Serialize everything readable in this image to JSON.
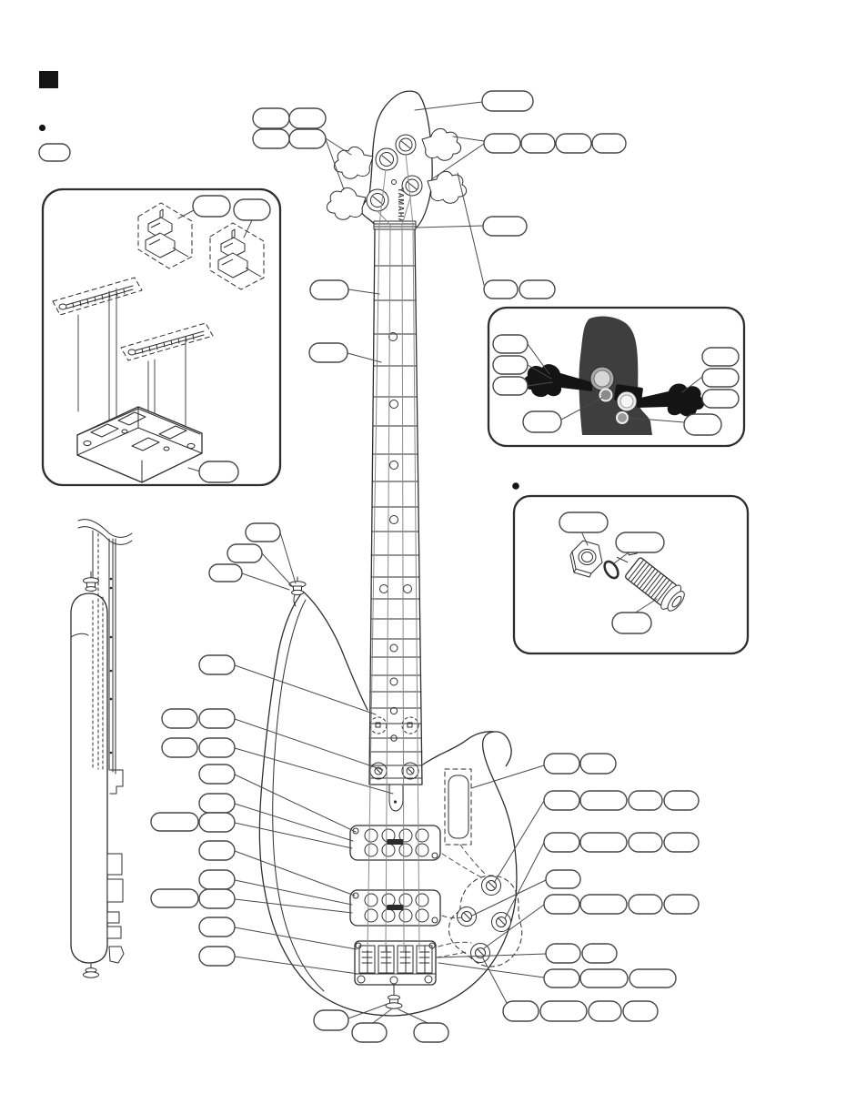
{
  "page": {
    "background": "#ffffff",
    "ink": "#2e2e2e"
  },
  "markers": {
    "section_square_glyph": "■",
    "bullet_glyphs": [
      "•",
      "•"
    ]
  },
  "front_view": {
    "brand_logo": "YAMAHA",
    "string_count": 4,
    "tuner_count": 4,
    "pickup_count": 2,
    "control_knob_count": 4,
    "fret_dot_inlays": 9
  },
  "callouts": {
    "pill_label": "",
    "total_pills": 74,
    "groups": [
      {
        "id": "intro-pill",
        "pills": 1
      },
      {
        "id": "headstock-left-grid",
        "pills": 4
      },
      {
        "id": "headstock-tip",
        "pills": 1
      },
      {
        "id": "headstock-right-row",
        "pills": 4
      },
      {
        "id": "nut",
        "pills": 1
      },
      {
        "id": "neck-left",
        "pills": 2
      },
      {
        "id": "tuner-inset-caption",
        "pills": 2
      },
      {
        "id": "strap-pin-top",
        "pills": 3
      },
      {
        "id": "body-left-column",
        "pills": 15
      },
      {
        "id": "body-right-rows",
        "pills": 24
      },
      {
        "id": "strap-pin-bottom",
        "pills": 3
      },
      {
        "id": "bridge-exploded-inset",
        "pills": 3
      },
      {
        "id": "tuner-detail-inset",
        "pills": 8
      },
      {
        "id": "jack-detail-inset",
        "pills": 3
      }
    ]
  },
  "insets": {
    "bridge_exploded": {
      "saddle_assemblies": 2,
      "intonation_screws": 2,
      "base_plate": 1
    },
    "tuner_detail": {
      "tuning_machines": 2,
      "photo_style": "grayscale"
    },
    "jack_detail": {
      "parts": [
        "hex-nut",
        "washer",
        "jack-barrel"
      ]
    }
  },
  "colors": {
    "photo_dark": "#3e3e3e",
    "gear_light": "#d6d6d6",
    "gear_mid": "#a9a9a9",
    "string_gray": "#8a8a8a"
  }
}
